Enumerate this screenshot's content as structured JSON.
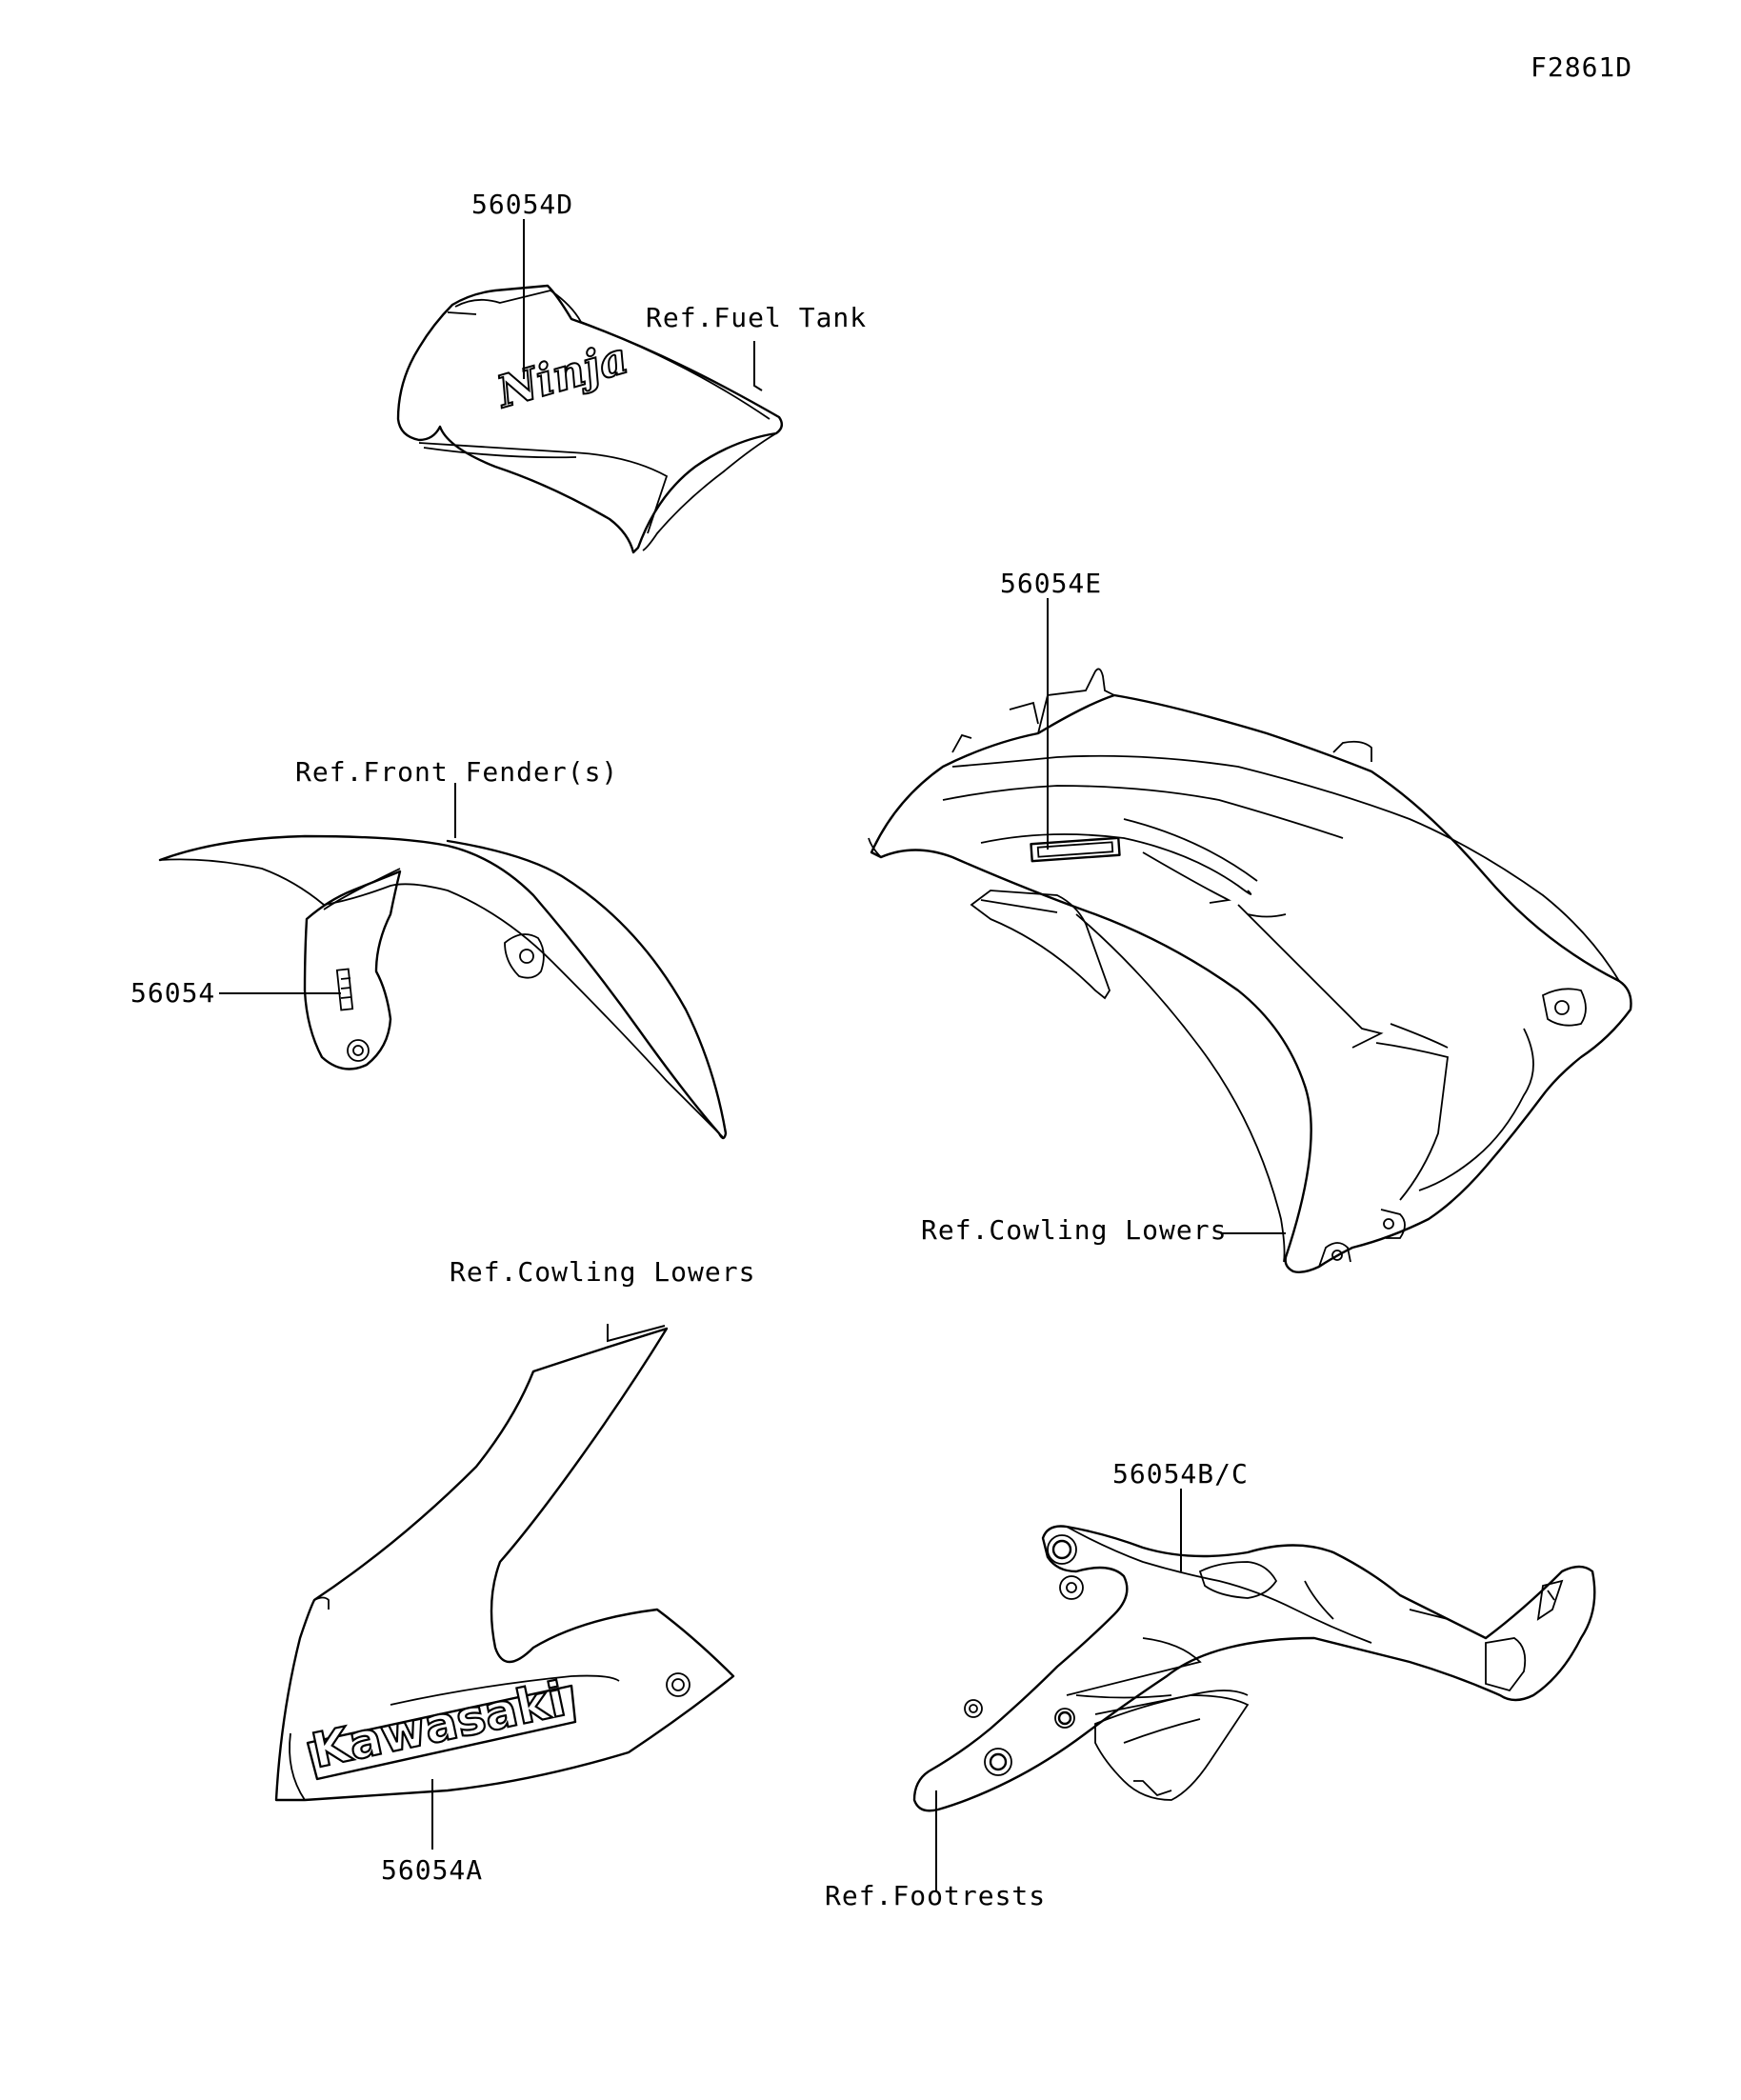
{
  "figure_code": "F2861D",
  "labels": {
    "p56054d": "56054D",
    "ref_fuel_tank": "Ref.Fuel Tank",
    "p56054e": "56054E",
    "ref_front_fender": "Ref.Front Fender(s)",
    "p56054": "56054",
    "ref_cowling_lowers_right": "Ref.Cowling Lowers",
    "ref_cowling_lowers_left": "Ref.Cowling Lowers",
    "p56054bc": "56054B/C",
    "p56054a": "56054A",
    "ref_footrests": "Ref.Footrests"
  },
  "decal_text": {
    "ninja": "Ninja",
    "kawasaki": "Kawasaki"
  }
}
